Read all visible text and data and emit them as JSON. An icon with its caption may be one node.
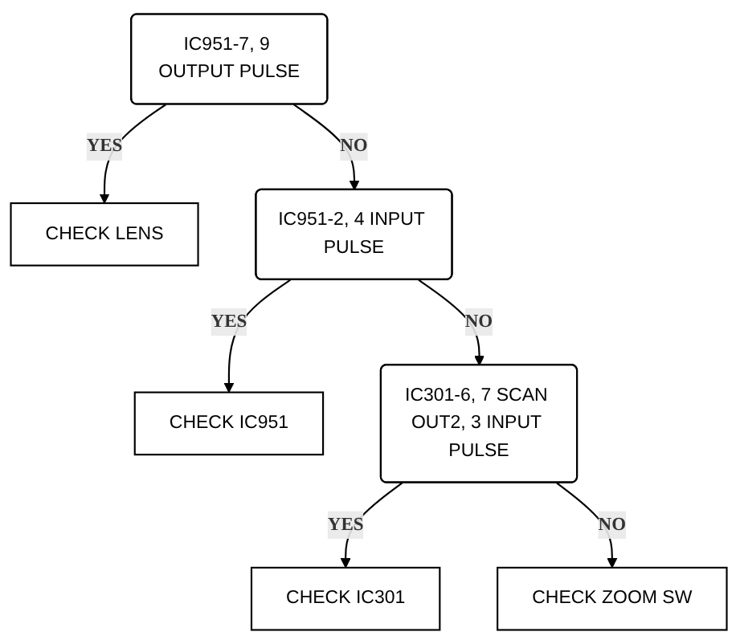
{
  "diagram": {
    "nodes": [
      {
        "text": [
          "IC951-7, 9 OUTPUT PULSE"
        ]
      },
      {
        "text": [
          "CHECK LENS"
        ]
      },
      {
        "text": [
          "IC951-2, 4 INPUT PULSE"
        ]
      },
      {
        "text": [
          "CHECK IC951"
        ]
      },
      {
        "text": [
          "IC301-6, 7 SCAN OUT2, 3 INPUT PULSE"
        ]
      },
      {
        "text": [
          "CHECK IC301"
        ]
      },
      {
        "text": [
          "CHECK ZOOM SW"
        ]
      }
    ],
    "edges": [
      {
        "from": 0,
        "to": 1,
        "arrow": "to",
        "label": "YES"
      },
      {
        "from": 0,
        "to": 2,
        "arrow": "to",
        "label": "NO"
      },
      {
        "from": 2,
        "to": 3,
        "arrow": "to",
        "label": "YES"
      },
      {
        "from": 2,
        "to": 4,
        "arrow": "to",
        "label": "NO"
      },
      {
        "from": 4,
        "to": 5,
        "arrow": "to",
        "label": "YES"
      },
      {
        "from": 4,
        "to": 6,
        "arrow": "to",
        "label": "NO"
      }
    ]
  }
}
